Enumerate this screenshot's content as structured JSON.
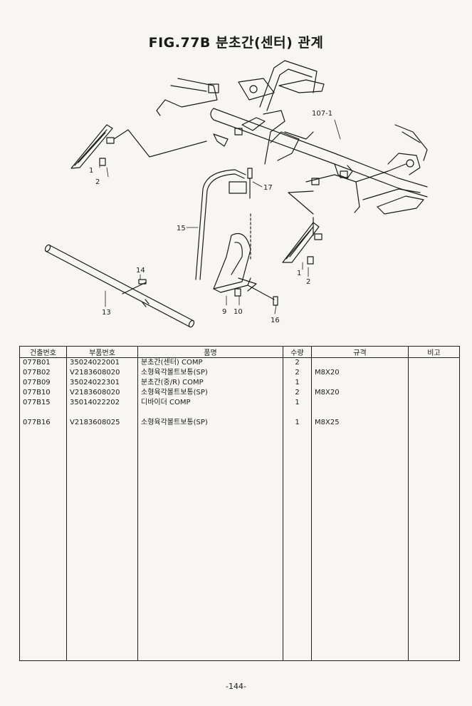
{
  "page_title": "FIG.77B 분초간(센터) 관계",
  "callouts": {
    "c107": "107-1",
    "c1a": "1",
    "c2a": "2",
    "c17": "17",
    "c15": "15",
    "c1b": "1",
    "c2b": "2",
    "c14": "14",
    "c13": "13",
    "c9": "9",
    "c10": "10",
    "c16": "16"
  },
  "table": {
    "headers": [
      "건출번호",
      "부품번호",
      "품명",
      "수량",
      "규격",
      "비고"
    ],
    "rows": [
      {
        "code": "077B01",
        "part_no": "35024022001",
        "name": "분초간(센터) COMP",
        "qty": "2",
        "spec": "",
        "note": ""
      },
      {
        "code": "077B02",
        "part_no": "V2183608020",
        "name": "소형육각볼트보통(SP)",
        "qty": "2",
        "spec": "M8X20",
        "note": ""
      },
      {
        "code": "077B09",
        "part_no": "35024022301",
        "name": "분초간(중/R) COMP",
        "qty": "1",
        "spec": "",
        "note": ""
      },
      {
        "code": "077B10",
        "part_no": "V2183608020",
        "name": "소형육각볼트보통(SP)",
        "qty": "2",
        "spec": "M8X20",
        "note": ""
      },
      {
        "code": "077B15",
        "part_no": "35014022202",
        "name": "디바이더 COMP",
        "qty": "1",
        "spec": "",
        "note": ""
      },
      {
        "code": "",
        "part_no": "",
        "name": "",
        "qty": "",
        "spec": "",
        "note": ""
      },
      {
        "code": "077B16",
        "part_no": "V2183608025",
        "name": "소형육각볼트보통(SP)",
        "qty": "1",
        "spec": "M8X25",
        "note": ""
      }
    ]
  },
  "page_number": "-144-"
}
